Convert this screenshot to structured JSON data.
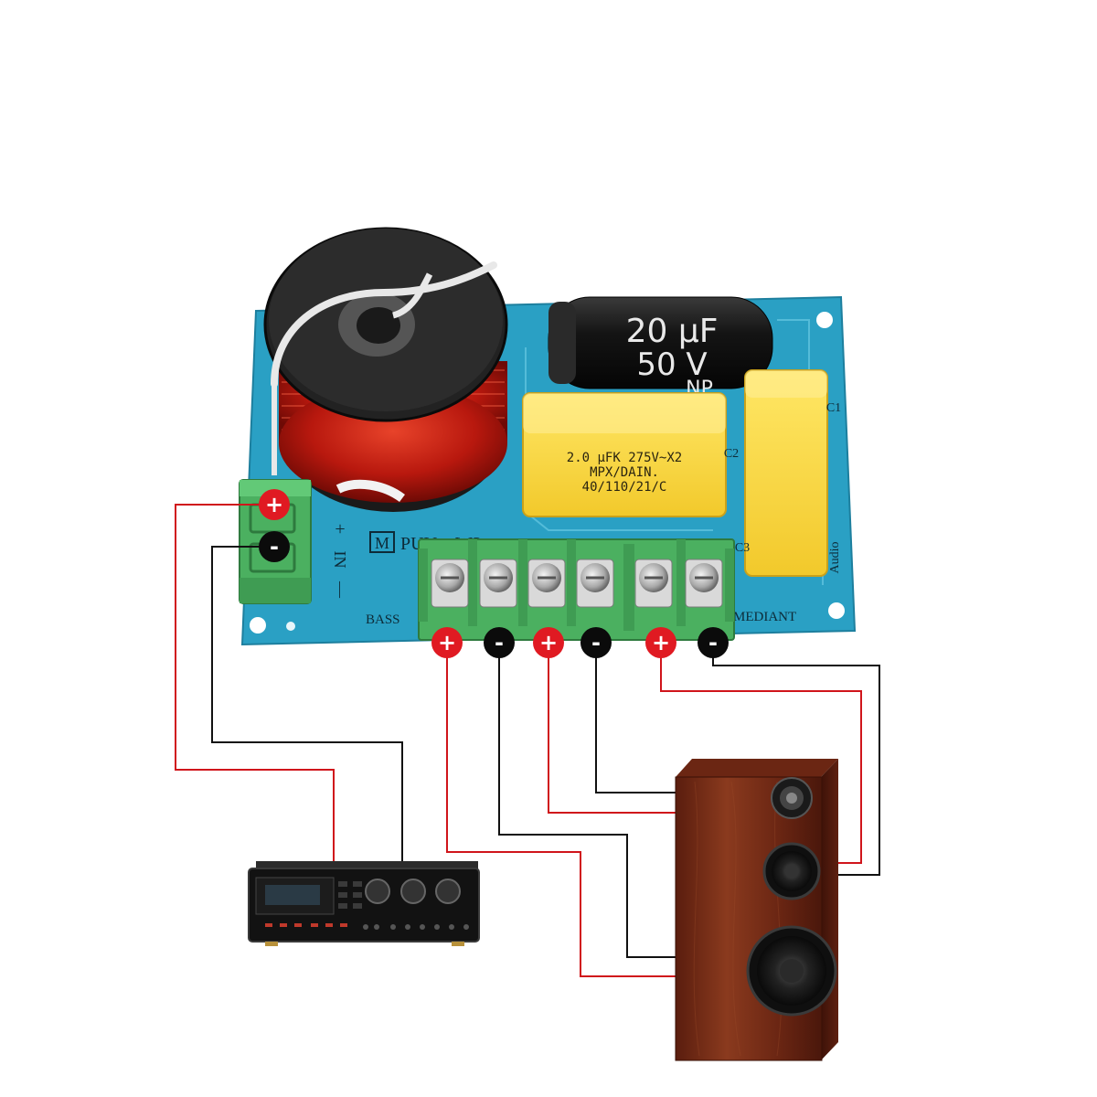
{
  "board": {
    "model_label": "PUV—W3",
    "bass_label": "BASS",
    "mediant_label": "MEDIANT",
    "input_label_plus": "+",
    "input_label_in": "IN",
    "input_label_minus": "—",
    "c1_label": "C1",
    "c2_label": "C2",
    "c3_label": "C3",
    "audio_label": "Audio",
    "logo_glyph": "M"
  },
  "components": {
    "electrolytic_cap": {
      "line1": "20 µF",
      "line2": "50 V",
      "line3": "NP"
    },
    "film_cap": {
      "line1": "2.0 µFK 275V~X2",
      "line2": "MPX/DAIN.",
      "line3": "40/110/21/C"
    }
  },
  "terminals": {
    "input": [
      {
        "sign": "+"
      },
      {
        "sign": "-"
      }
    ],
    "output": [
      {
        "sign": "+"
      },
      {
        "sign": "-"
      },
      {
        "sign": "+"
      },
      {
        "sign": "-"
      },
      {
        "sign": "+"
      },
      {
        "sign": "-"
      }
    ]
  },
  "colors": {
    "pcb": "#2aa0c4",
    "wire_positive": "#d0151b",
    "wire_negative": "#111111",
    "terminal_green": "#4bb060",
    "speaker_wood": "#7a2c18"
  }
}
